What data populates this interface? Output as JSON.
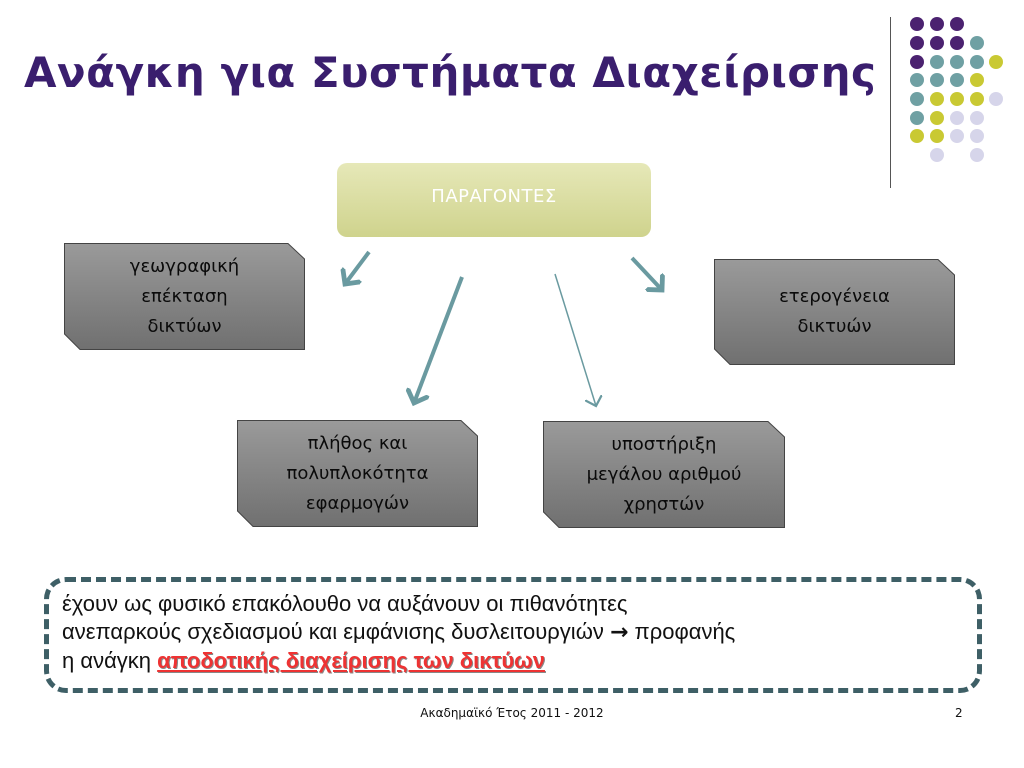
{
  "slide": {
    "title": "Ανάγκη για Συστήματα Διαχείρισης",
    "footer": "Ακαδημαϊκό Έτος 2011 - 2012",
    "page_number": "2"
  },
  "diagram": {
    "root": "ΠΑΡΑΓΟΝΤΕΣ",
    "factors": [
      {
        "line1": "γεωγραφική",
        "line2": "επέκταση",
        "line3": "δικτύων"
      },
      {
        "line1": "ετερογένεια",
        "line2": "δικτυών"
      },
      {
        "line1": "πλήθος και",
        "line2": "πολυπλοκότητα",
        "line3": "εφαρμογών"
      },
      {
        "line1": "υποστήριξη",
        "line2": "μεγάλου αριθμού",
        "line3": "χρηστών"
      }
    ]
  },
  "note": {
    "line1": "έχουν ως φυσικό επακόλουθο να αυξάνουν οι πιθανότητες",
    "line2_start": "ανεπαρκούς σχεδιασμού και εμφάνισης δυσλειτουργιών ",
    "arrow": "→",
    "line2_end": " προφανής",
    "line3_start": "η ανάγκη ",
    "emphasis": "αποδοτικής διαχείρισης των δικτύων"
  },
  "colors": {
    "title": "#3a1e6e",
    "dot_purple": "#4b2270",
    "dot_teal": "#6fa0a3",
    "dot_yellow": "#c9c933",
    "dot_lavender": "#d6d5ea",
    "factor_box": "#cfd38d",
    "card_fill": "#8a8a8a",
    "arrow": "#6a9aa0",
    "note_border": "#3e5f66",
    "emphasis": "#ee3333"
  },
  "icons": [
    "decorative-dot-grid"
  ]
}
